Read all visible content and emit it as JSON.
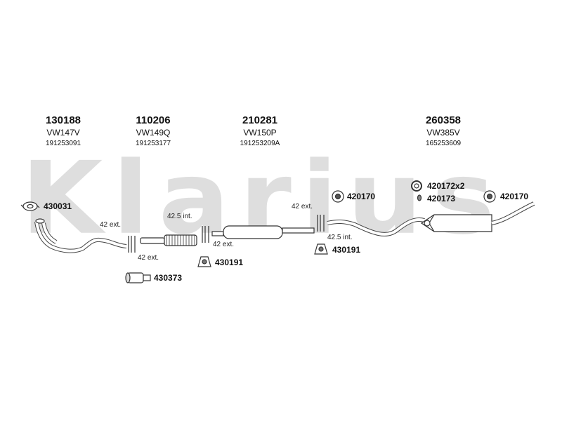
{
  "brand": {
    "watermark": "Klarius"
  },
  "sections": [
    {
      "part_number": "130188",
      "code": "VW147V",
      "oe_number": "191253091"
    },
    {
      "part_number": "110206",
      "code": "VW149Q",
      "oe_number": "191253177"
    },
    {
      "part_number": "210281",
      "code": "VW150P",
      "oe_number": "191253209A"
    },
    {
      "part_number": "260358",
      "code": "VW385V",
      "oe_number": "165253609"
    }
  ],
  "fittings": {
    "clamp_430031": "430031",
    "clamp_430373": "430373",
    "mount_430191_a": "430191",
    "mount_430191_b": "430191",
    "ring_420170_a": "420170",
    "ring_420172": "420172x2",
    "ring_420173": "420173",
    "ring_420170_b": "420170"
  },
  "joints": {
    "j1_top": "42 ext.",
    "j1_bottom": "42 ext.",
    "j2_top": "42.5 int.",
    "j2_bottom": "42 ext.",
    "j3_top": "42 ext.",
    "j3_bottom": "42.5 int."
  }
}
